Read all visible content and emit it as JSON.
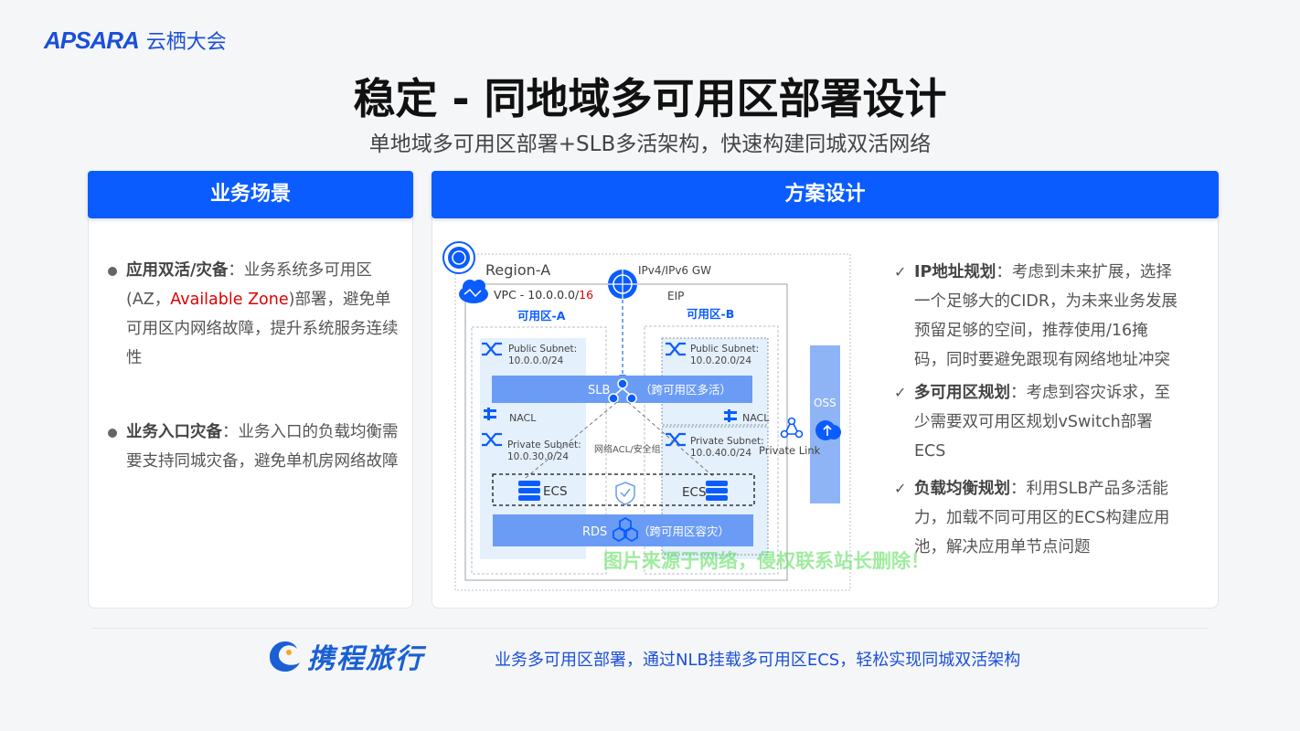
{
  "header": {
    "logo_en": "APSARA",
    "logo_cn": "云栖大会"
  },
  "title": "稳定 - 同地域多可用区部署设计",
  "subtitle": "单地域多可用区部署+SLB多活架构，快速构建同城双活网络",
  "left_panel": {
    "heading": "业务场景",
    "items": [
      {
        "label": "应用双活/灾备",
        "sep": "：",
        "text_before": "业务系统多可用区(AZ，",
        "highlight": "Available Zone",
        "text_after": ")部署，避免单可用区内网络故障，提升系统服务连续性"
      },
      {
        "label": "业务入口灾备",
        "sep": "：",
        "text": "业务入口的负载均衡需要支持同城灾备，避免单机房网络故障"
      }
    ]
  },
  "right_panel": {
    "heading": "方案设计",
    "check": "✓",
    "items": [
      {
        "label": "IP地址规划",
        "sep": "：",
        "text": "考虑到未来扩展，选择一个足够大的CIDR，为未来业务发展预留足够的空间，推荐使用/16掩码，同时要避免跟现有网络地址冲突"
      },
      {
        "label": "多可用区规划",
        "sep": "：",
        "text": "考虑到容灾诉求，至少需要双可用区规划vSwitch部署ECS"
      },
      {
        "label": "负载均衡规划",
        "sep": "：",
        "text": "利用SLB产品多活能力，加载不同可用区的ECS构建应用池，解决应用单节点问题"
      }
    ]
  },
  "diagram": {
    "region": "Region-A",
    "gw": "IPv4/IPv6 GW",
    "vpc_prefix": "VPC - 10.0.0.0/",
    "vpc_mask": "16",
    "eip": "EIP",
    "az_a": "可用区-A",
    "az_b": "可用区-B",
    "pub_a_title": "Public Subnet:",
    "pub_a_cidr": "10.0.0.0/24",
    "pub_b_title": "Public Subnet:",
    "pub_b_cidr": "10.0.20.0/24",
    "slb": "SLB",
    "slb_note": "（跨可用区多活）",
    "nacl_a": "NACL",
    "nacl_b": "NACL",
    "priv_a_title": "Private Subnet:",
    "priv_a_cidr": "10.0.30.0/24",
    "priv_b_title": "Private Subnet:",
    "priv_b_cidr": "10.0.40.0/24",
    "acl": "网络ACL/安全组",
    "ecs_a": "ECS",
    "ecs_b": "ECS",
    "rds": "RDS",
    "rds_note": "（跨可用区容灾）",
    "oss": "OSS",
    "private_link": "Private Link",
    "colors": {
      "primary": "#0a5cff",
      "light": "#cfe3fb",
      "bar": "#6a9cf5",
      "oss": "#8fb4f5"
    }
  },
  "watermark": "图片来源于网络，侵权联系站长删除！",
  "footer": {
    "brand": "携程旅行",
    "text": "业务多可用区部署，通过NLB挂载多可用区ECS，轻松实现同城双活架构"
  }
}
